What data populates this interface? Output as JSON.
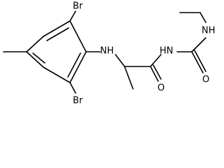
{
  "structure": {
    "atom_labels": {
      "br_top": "Br",
      "br_bottom": "Br",
      "nh_amine": "NH",
      "nh_imide": "HN",
      "nh_methyl": "NH",
      "o_carbonyl_1": "O",
      "o_carbonyl_2": "O"
    }
  }
}
